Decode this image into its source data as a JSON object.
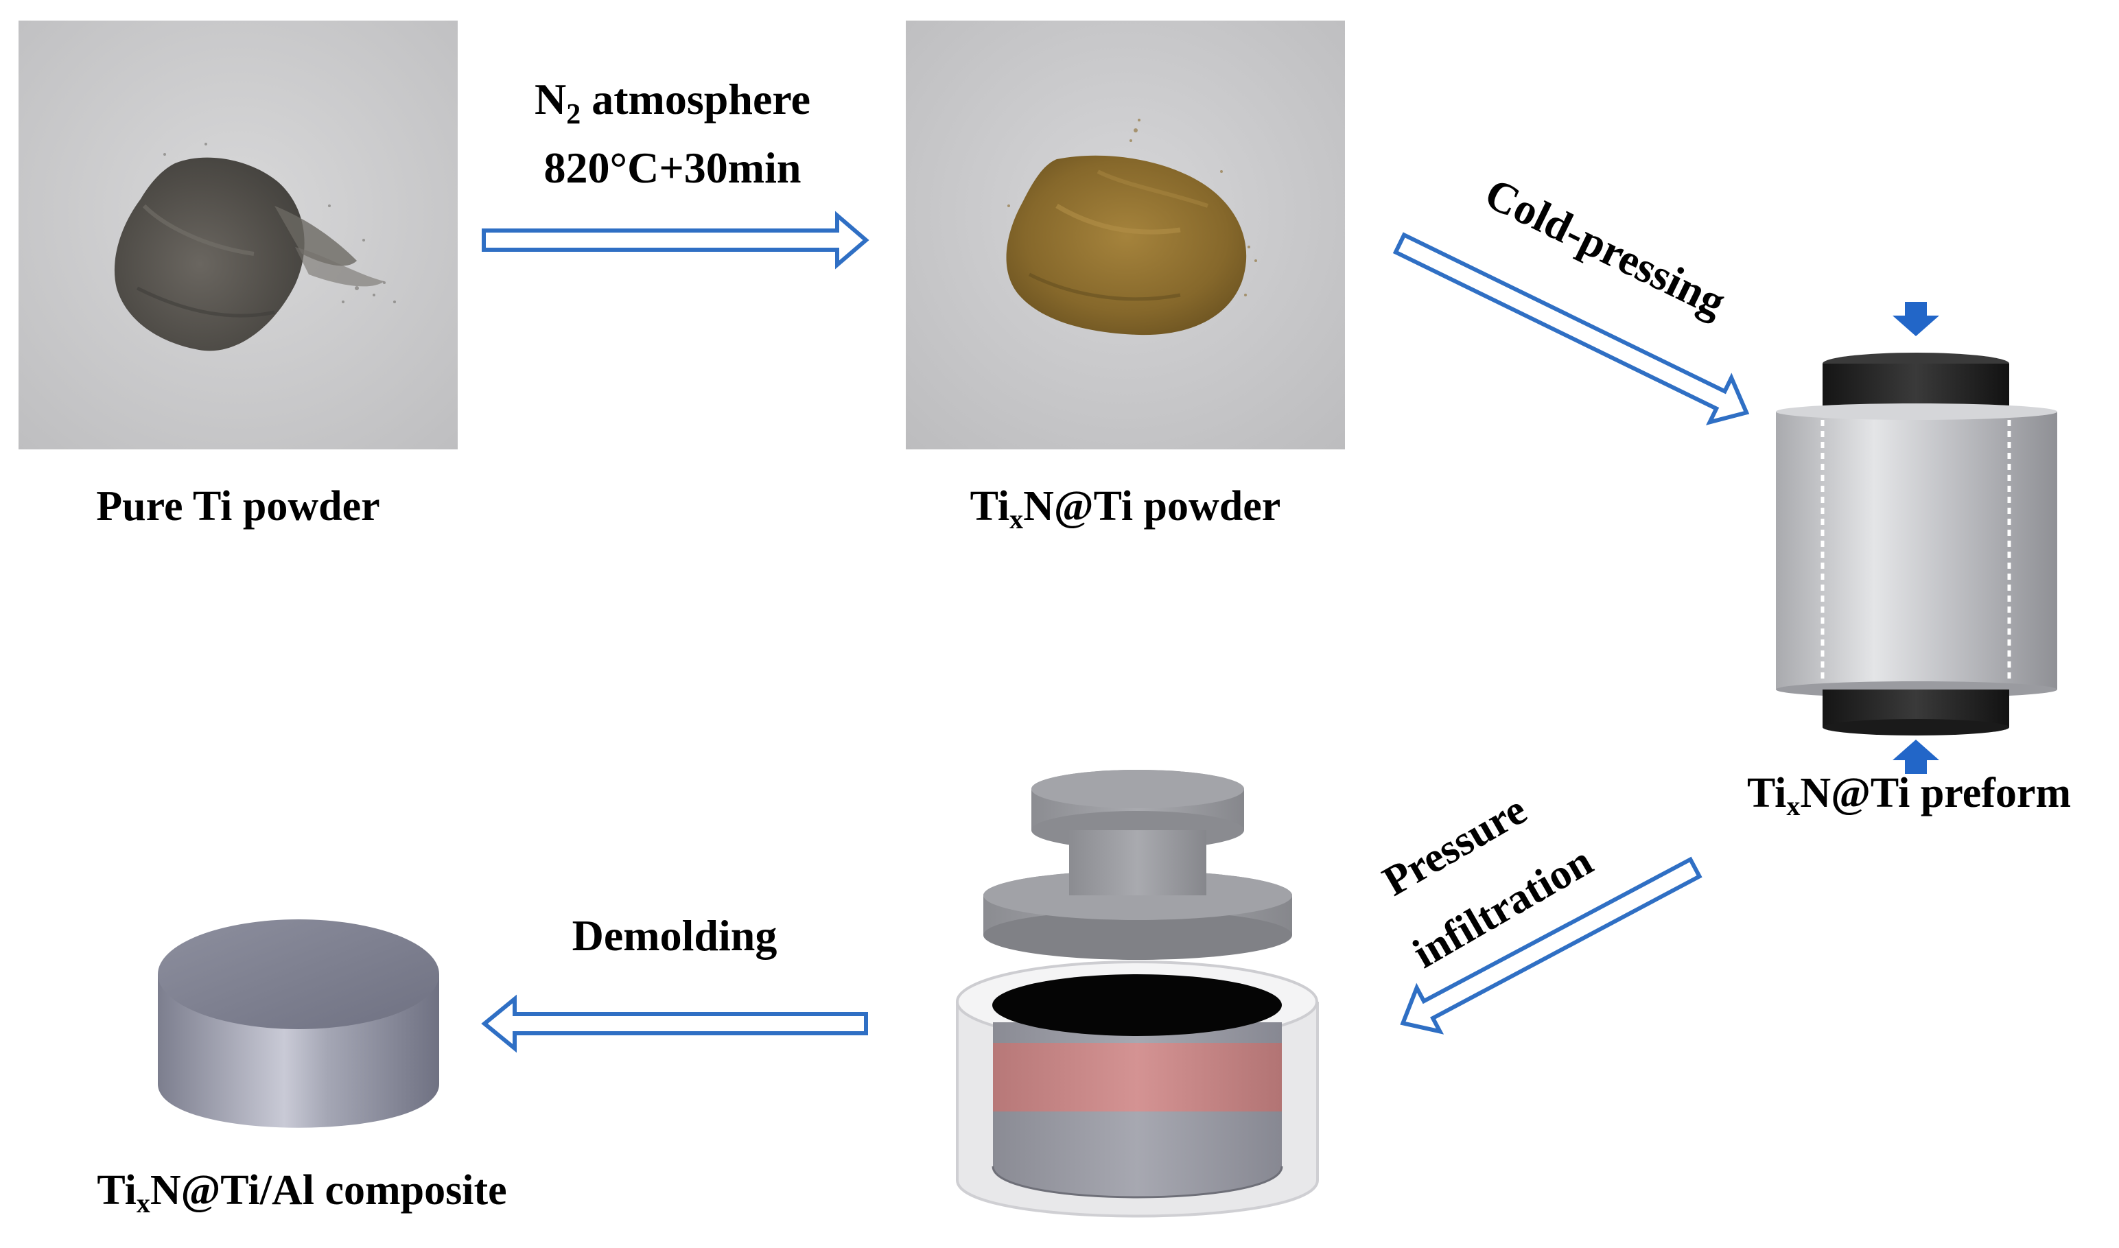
{
  "steps": {
    "pure_ti": {
      "label": "Pure Ti powder"
    },
    "nitrided": {
      "label_pre": "Ti",
      "label_sub": "x",
      "label_post": "N@Ti powder"
    },
    "preform": {
      "label_pre": "Ti",
      "label_sub": "x",
      "label_post": "N@Ti preform"
    },
    "composite": {
      "label_pre": "Ti",
      "label_sub": "x",
      "label_post": "N@Ti/Al composite"
    }
  },
  "arrows": {
    "nitriding": {
      "line1_pre": "N",
      "line1_sub": "2",
      "line1_post": " atmosphere",
      "line2": "820°C+30min"
    },
    "cold_pressing": {
      "label": "Cold-pressing"
    },
    "infiltration": {
      "line1": "Pressure",
      "line2": "infiltration"
    },
    "demolding": {
      "label": "Demolding"
    }
  },
  "colors": {
    "arrow_outline": "#2F6FC4",
    "press_arrow": "#2266C8",
    "photo_background": "#CFCFD0",
    "ti_powder": "#55524D",
    "nitrided_powder": "#8A6B2E",
    "punch": "#1E1E1E",
    "die": "#B8BABE",
    "infiltrated_layer": "#C98585",
    "composite_disc": "#9A9CAB"
  }
}
